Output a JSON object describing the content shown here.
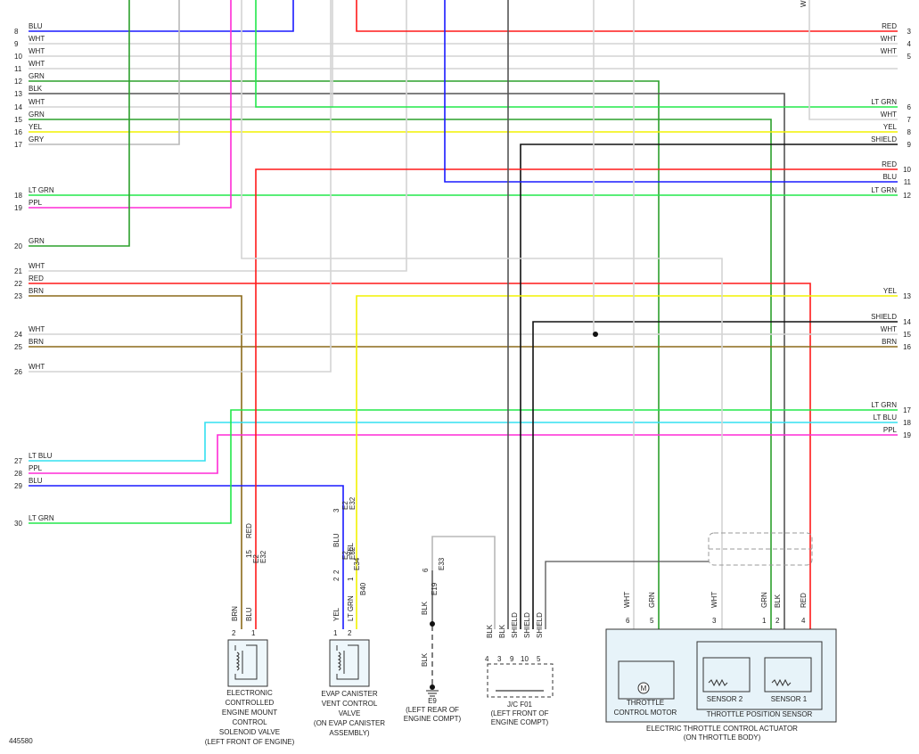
{
  "figure_id": "445580",
  "colors": {
    "BLU": "#1a1aff",
    "WHT": "#d4d4d4",
    "GRN": "#2ca02c",
    "BLK": "#555555",
    "YEL": "#f2f200",
    "GRY": "#b8b8b8",
    "LT GRN": "#22e84a",
    "PPL": "#ff2bd6",
    "RED": "#ff1a1a",
    "BRN": "#8b6a1a",
    "LT BLU": "#33e0f0",
    "SHIELD": "#111111"
  },
  "left_wires": [
    {
      "num": "8",
      "color": "BLU"
    },
    {
      "num": "9",
      "color": "WHT"
    },
    {
      "num": "10",
      "color": "WHT"
    },
    {
      "num": "11",
      "color": "WHT"
    },
    {
      "num": "12",
      "color": "GRN"
    },
    {
      "num": "13",
      "color": "BLK"
    },
    {
      "num": "14",
      "color": "WHT"
    },
    {
      "num": "15",
      "color": "GRN"
    },
    {
      "num": "16",
      "color": "YEL"
    },
    {
      "num": "17",
      "color": "GRY"
    },
    {
      "num": "18",
      "color": "LT GRN"
    },
    {
      "num": "19",
      "color": "PPL"
    },
    {
      "num": "20",
      "color": "GRN"
    },
    {
      "num": "21",
      "color": "WHT"
    },
    {
      "num": "22",
      "color": "RED"
    },
    {
      "num": "23",
      "color": "BRN"
    },
    {
      "num": "24",
      "color": "WHT"
    },
    {
      "num": "25",
      "color": "BRN"
    },
    {
      "num": "26",
      "color": "WHT"
    },
    {
      "num": "27",
      "color": "LT BLU"
    },
    {
      "num": "28",
      "color": "PPL"
    },
    {
      "num": "29",
      "color": "BLU"
    },
    {
      "num": "30",
      "color": "LT GRN"
    }
  ],
  "right_wires": [
    {
      "num": "3",
      "color": "RED"
    },
    {
      "num": "4",
      "color": "WHT"
    },
    {
      "num": "5",
      "color": "WHT"
    },
    {
      "num": "6",
      "color": "LT GRN"
    },
    {
      "num": "7",
      "color": "WHT"
    },
    {
      "num": "8",
      "color": "YEL"
    },
    {
      "num": "9",
      "color": "SHIELD"
    },
    {
      "num": "10",
      "color": "RED"
    },
    {
      "num": "11",
      "color": "BLU"
    },
    {
      "num": "12",
      "color": "LT GRN"
    },
    {
      "num": "13",
      "color": "YEL"
    },
    {
      "num": "14",
      "color": "SHIELD"
    },
    {
      "num": "15",
      "color": "WHT"
    },
    {
      "num": "16",
      "color": "BRN"
    },
    {
      "num": "17",
      "color": "LT GRN"
    },
    {
      "num": "18",
      "color": "LT BLU"
    },
    {
      "num": "19",
      "color": "PPL"
    }
  ],
  "right_top_fragment": "W",
  "components": {
    "mount_valve": {
      "lines": [
        "ELECTRONIC",
        "CONTROLLED",
        "ENGINE MOUNT",
        "CONTROL",
        "SOLENOID VALVE",
        "(LEFT FRONT OF ENGINE)"
      ],
      "pins": [
        "2",
        "1"
      ],
      "wires": [
        "BRN",
        "BLU"
      ]
    },
    "evap_valve": {
      "lines": [
        "EVAP CANISTER",
        "VENT CONTROL",
        "VALVE",
        "(ON EVAP CANISTER",
        "ASSEMBLY)"
      ],
      "pins": [
        "1",
        "2"
      ],
      "wires": [
        "YEL",
        "LT GRN"
      ]
    },
    "ground": {
      "name": "E9",
      "lines": [
        "(LEFT REAR OF",
        "ENGINE COMPT)"
      ],
      "wire": "BLK",
      "wire_lower": "BLK"
    },
    "jc": {
      "lines": [
        "J/C F01",
        "(LEFT FRONT OF",
        "ENGINE COMPT)"
      ],
      "pins": [
        "4",
        "3",
        "9",
        "10",
        "5"
      ],
      "wires": [
        "BLK",
        "BLK",
        "SHIELD",
        "SHIELD",
        "SHIELD"
      ]
    },
    "actuator": {
      "lines": [
        "ELECTRIC THROTTLE CONTROL ACTUATOR",
        "(ON THROTTLE BODY)"
      ],
      "motor": {
        "lines": [
          "THROTTLE",
          "CONTROL MOTOR"
        ],
        "glyph": "M"
      },
      "tps": {
        "label": "THROTTLE POSITION SENSOR",
        "sensor1": "SENSOR 1",
        "sensor2": "SENSOR 2"
      },
      "pins": [
        "6",
        "5",
        "3",
        "1",
        "2",
        "4"
      ],
      "wires": [
        "WHT",
        "GRN",
        "WHT",
        "GRN",
        "BLK",
        "RED"
      ]
    }
  },
  "connectors": {
    "e2_top": {
      "pin": "3",
      "id": "E2",
      "sub": "E32"
    },
    "e2_mid": {
      "pin": "15",
      "id": "E2",
      "sub": "E32",
      "wire": "RED"
    },
    "e34_top": {
      "pin": "2",
      "id": "E2",
      "sub": "E32",
      "wires": [
        "BLU",
        "YEL"
      ]
    },
    "e34_bot": {
      "pin": "2",
      "id": "E34",
      "sub": "B40",
      "pin2": "1"
    },
    "e19": {
      "pin": "6",
      "id": "E19",
      "sub": "E33"
    }
  }
}
